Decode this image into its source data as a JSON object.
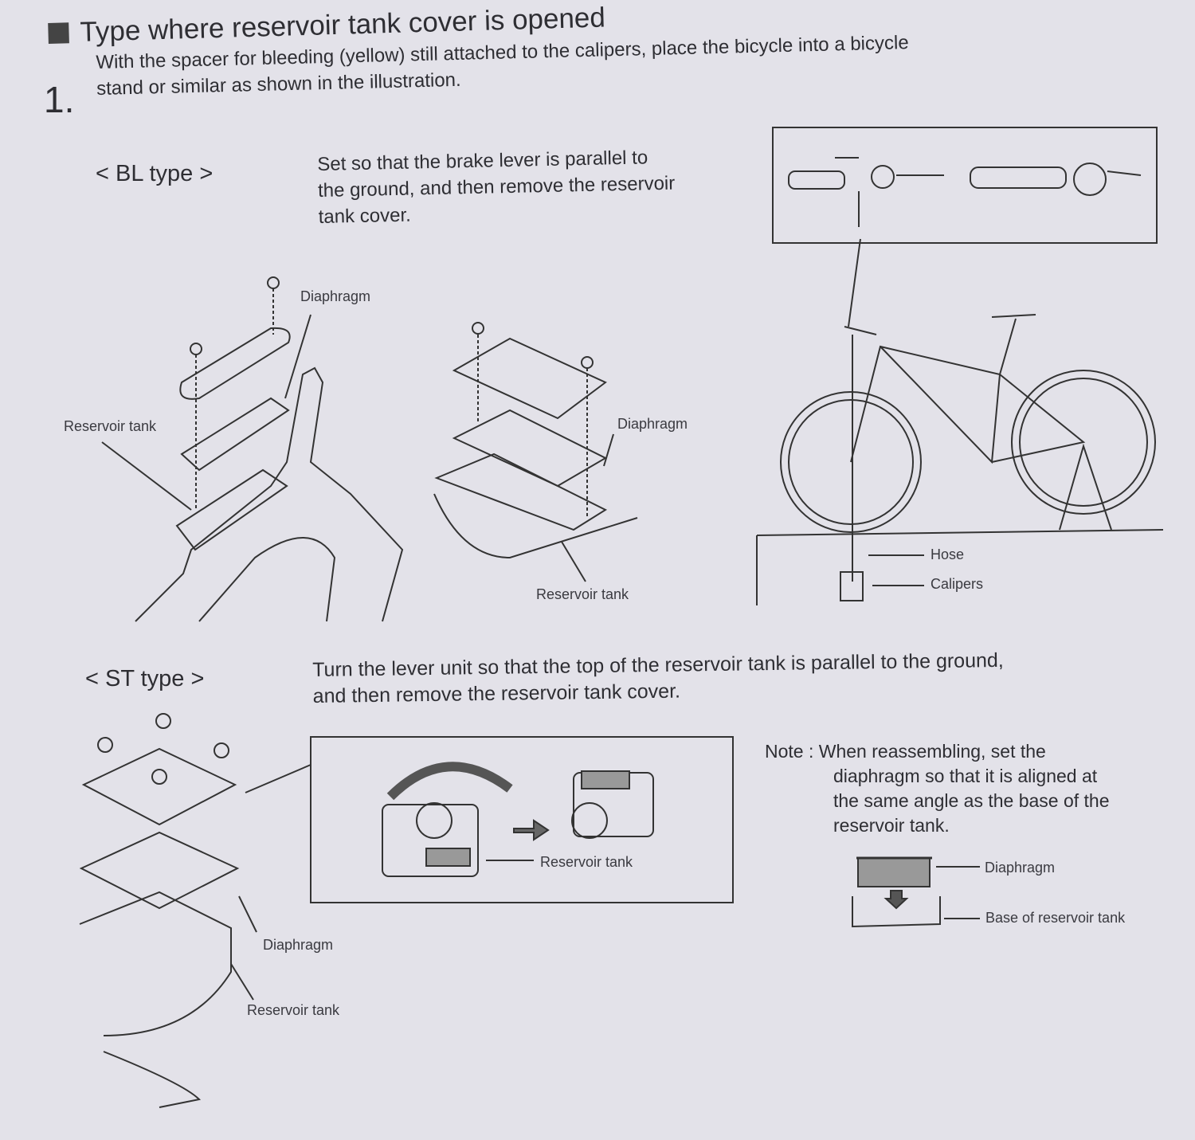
{
  "heading": "Type where reservoir tank cover is opened",
  "step": {
    "number": "1.",
    "lines": [
      "With the spacer for bleeding (yellow) still attached to the calipers, place the bicycle into a bicycle",
      "stand or similar as shown in the illustration."
    ]
  },
  "bl": {
    "title": "< BL type >",
    "lines": [
      "Set so that the brake lever is parallel to",
      "the ground, and then remove the reservoir",
      "tank cover."
    ],
    "labels": {
      "diaphragm_1": "Diaphragm",
      "reservoir_1": "Reservoir tank",
      "diaphragm_2": "Diaphragm",
      "reservoir_2": "Reservoir tank"
    }
  },
  "bike": {
    "hose": "Hose",
    "calipers": "Calipers"
  },
  "st": {
    "title": "< ST type >",
    "lines": [
      "Turn the lever unit so that the top of the reservoir tank is parallel to the ground,",
      "and then remove the reservoir tank cover."
    ],
    "labels": {
      "reservoir_box": "Reservoir tank",
      "diaphragm": "Diaphragm",
      "reservoir": "Reservoir tank"
    }
  },
  "note": {
    "prefix": "Note :",
    "lines": [
      "When reassembling, set the",
      "diaphragm so that it is aligned at",
      "the same angle as the base of the",
      "reservoir tank."
    ],
    "diagram": {
      "diaphragm": "Diaphragm",
      "base": "Base of reservoir tank"
    }
  }
}
